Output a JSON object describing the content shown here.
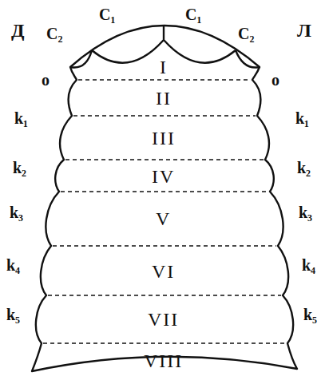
{
  "diagram": {
    "nodes": [
      {
        "text": [
          "I"
        ]
      },
      {
        "text": [
          "II"
        ]
      },
      {
        "text": [
          "III"
        ]
      },
      {
        "text": [
          "IV"
        ]
      },
      {
        "text": [
          "V"
        ]
      },
      {
        "text": [
          "VI"
        ]
      },
      {
        "text": [
          "VII"
        ]
      },
      {
        "text": [
          "VIII"
        ]
      }
    ],
    "labels": [
      "Д",
      "Л",
      "C₂",
      "C₁",
      "C₁",
      "C₂",
      "o",
      "o",
      "k₁",
      "k₂",
      "k₃",
      "k₄",
      "k₅",
      "k₁",
      "k₂",
      "k₃",
      "k₄",
      "k₅"
    ]
  }
}
